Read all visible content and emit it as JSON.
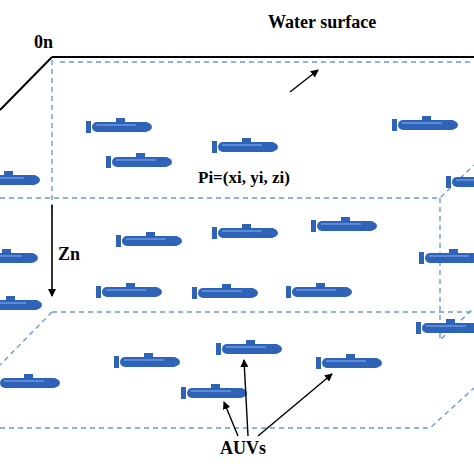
{
  "diagram": {
    "labels": [
      "Water surface",
      "0n",
      "Pi=(xi, yi, zi)",
      "Zn",
      "AUVs"
    ]
  }
}
